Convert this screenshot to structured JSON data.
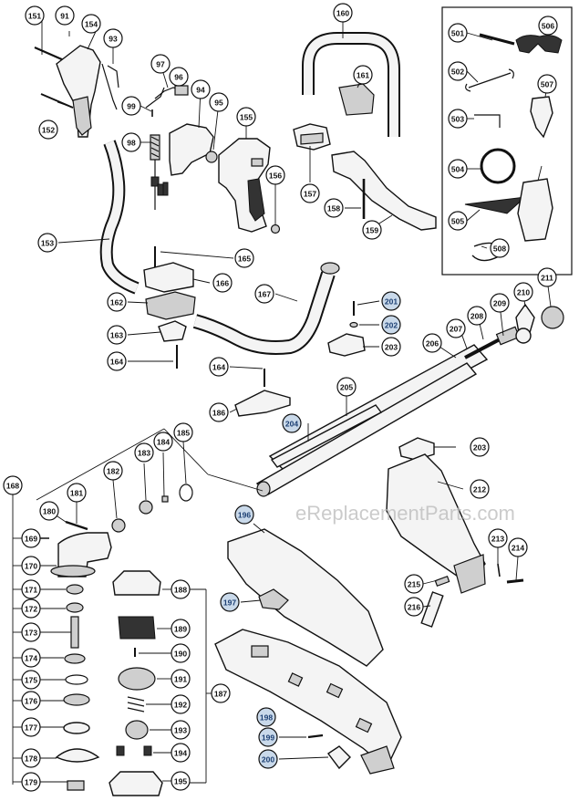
{
  "watermark": "eReplacementParts.com",
  "highlight_color": "#c9d9ea",
  "callouts": {
    "151": "151",
    "91": "91",
    "154": "154",
    "93": "93",
    "152": "152",
    "97": "97",
    "96": "96",
    "99": "99",
    "94": "94",
    "98": "98",
    "95": "95",
    "155": "155",
    "160": "160",
    "161": "161",
    "157": "157",
    "158": "158",
    "159": "159",
    "156": "156",
    "153": "153",
    "165": "165",
    "166": "166",
    "162": "162",
    "163": "163",
    "164a": "164",
    "167": "167",
    "201": "201",
    "202": "202",
    "203a": "203",
    "206": "206",
    "207": "207",
    "208": "208",
    "209": "209",
    "210": "210",
    "211": "211",
    "164b": "164",
    "186": "186",
    "205": "205",
    "204": "204",
    "203b": "203",
    "212": "212",
    "185": "185",
    "184": "184",
    "183": "183",
    "182": "182",
    "181": "181",
    "180": "180",
    "168": "168",
    "169": "169",
    "170": "170",
    "171": "171",
    "172": "172",
    "173": "173",
    "174": "174",
    "175": "175",
    "176": "176",
    "177": "177",
    "178": "178",
    "179": "179",
    "196": "196",
    "197": "197",
    "213": "213",
    "214": "214",
    "215": "215",
    "216": "216",
    "188": "188",
    "189": "189",
    "190": "190",
    "191": "191",
    "192": "192",
    "193": "193",
    "194": "194",
    "195": "195",
    "187": "187",
    "198": "198",
    "199": "199",
    "200": "200",
    "501": "501",
    "506": "506",
    "502": "502",
    "507": "507",
    "503": "503",
    "504": "504",
    "505": "505",
    "508": "508"
  }
}
